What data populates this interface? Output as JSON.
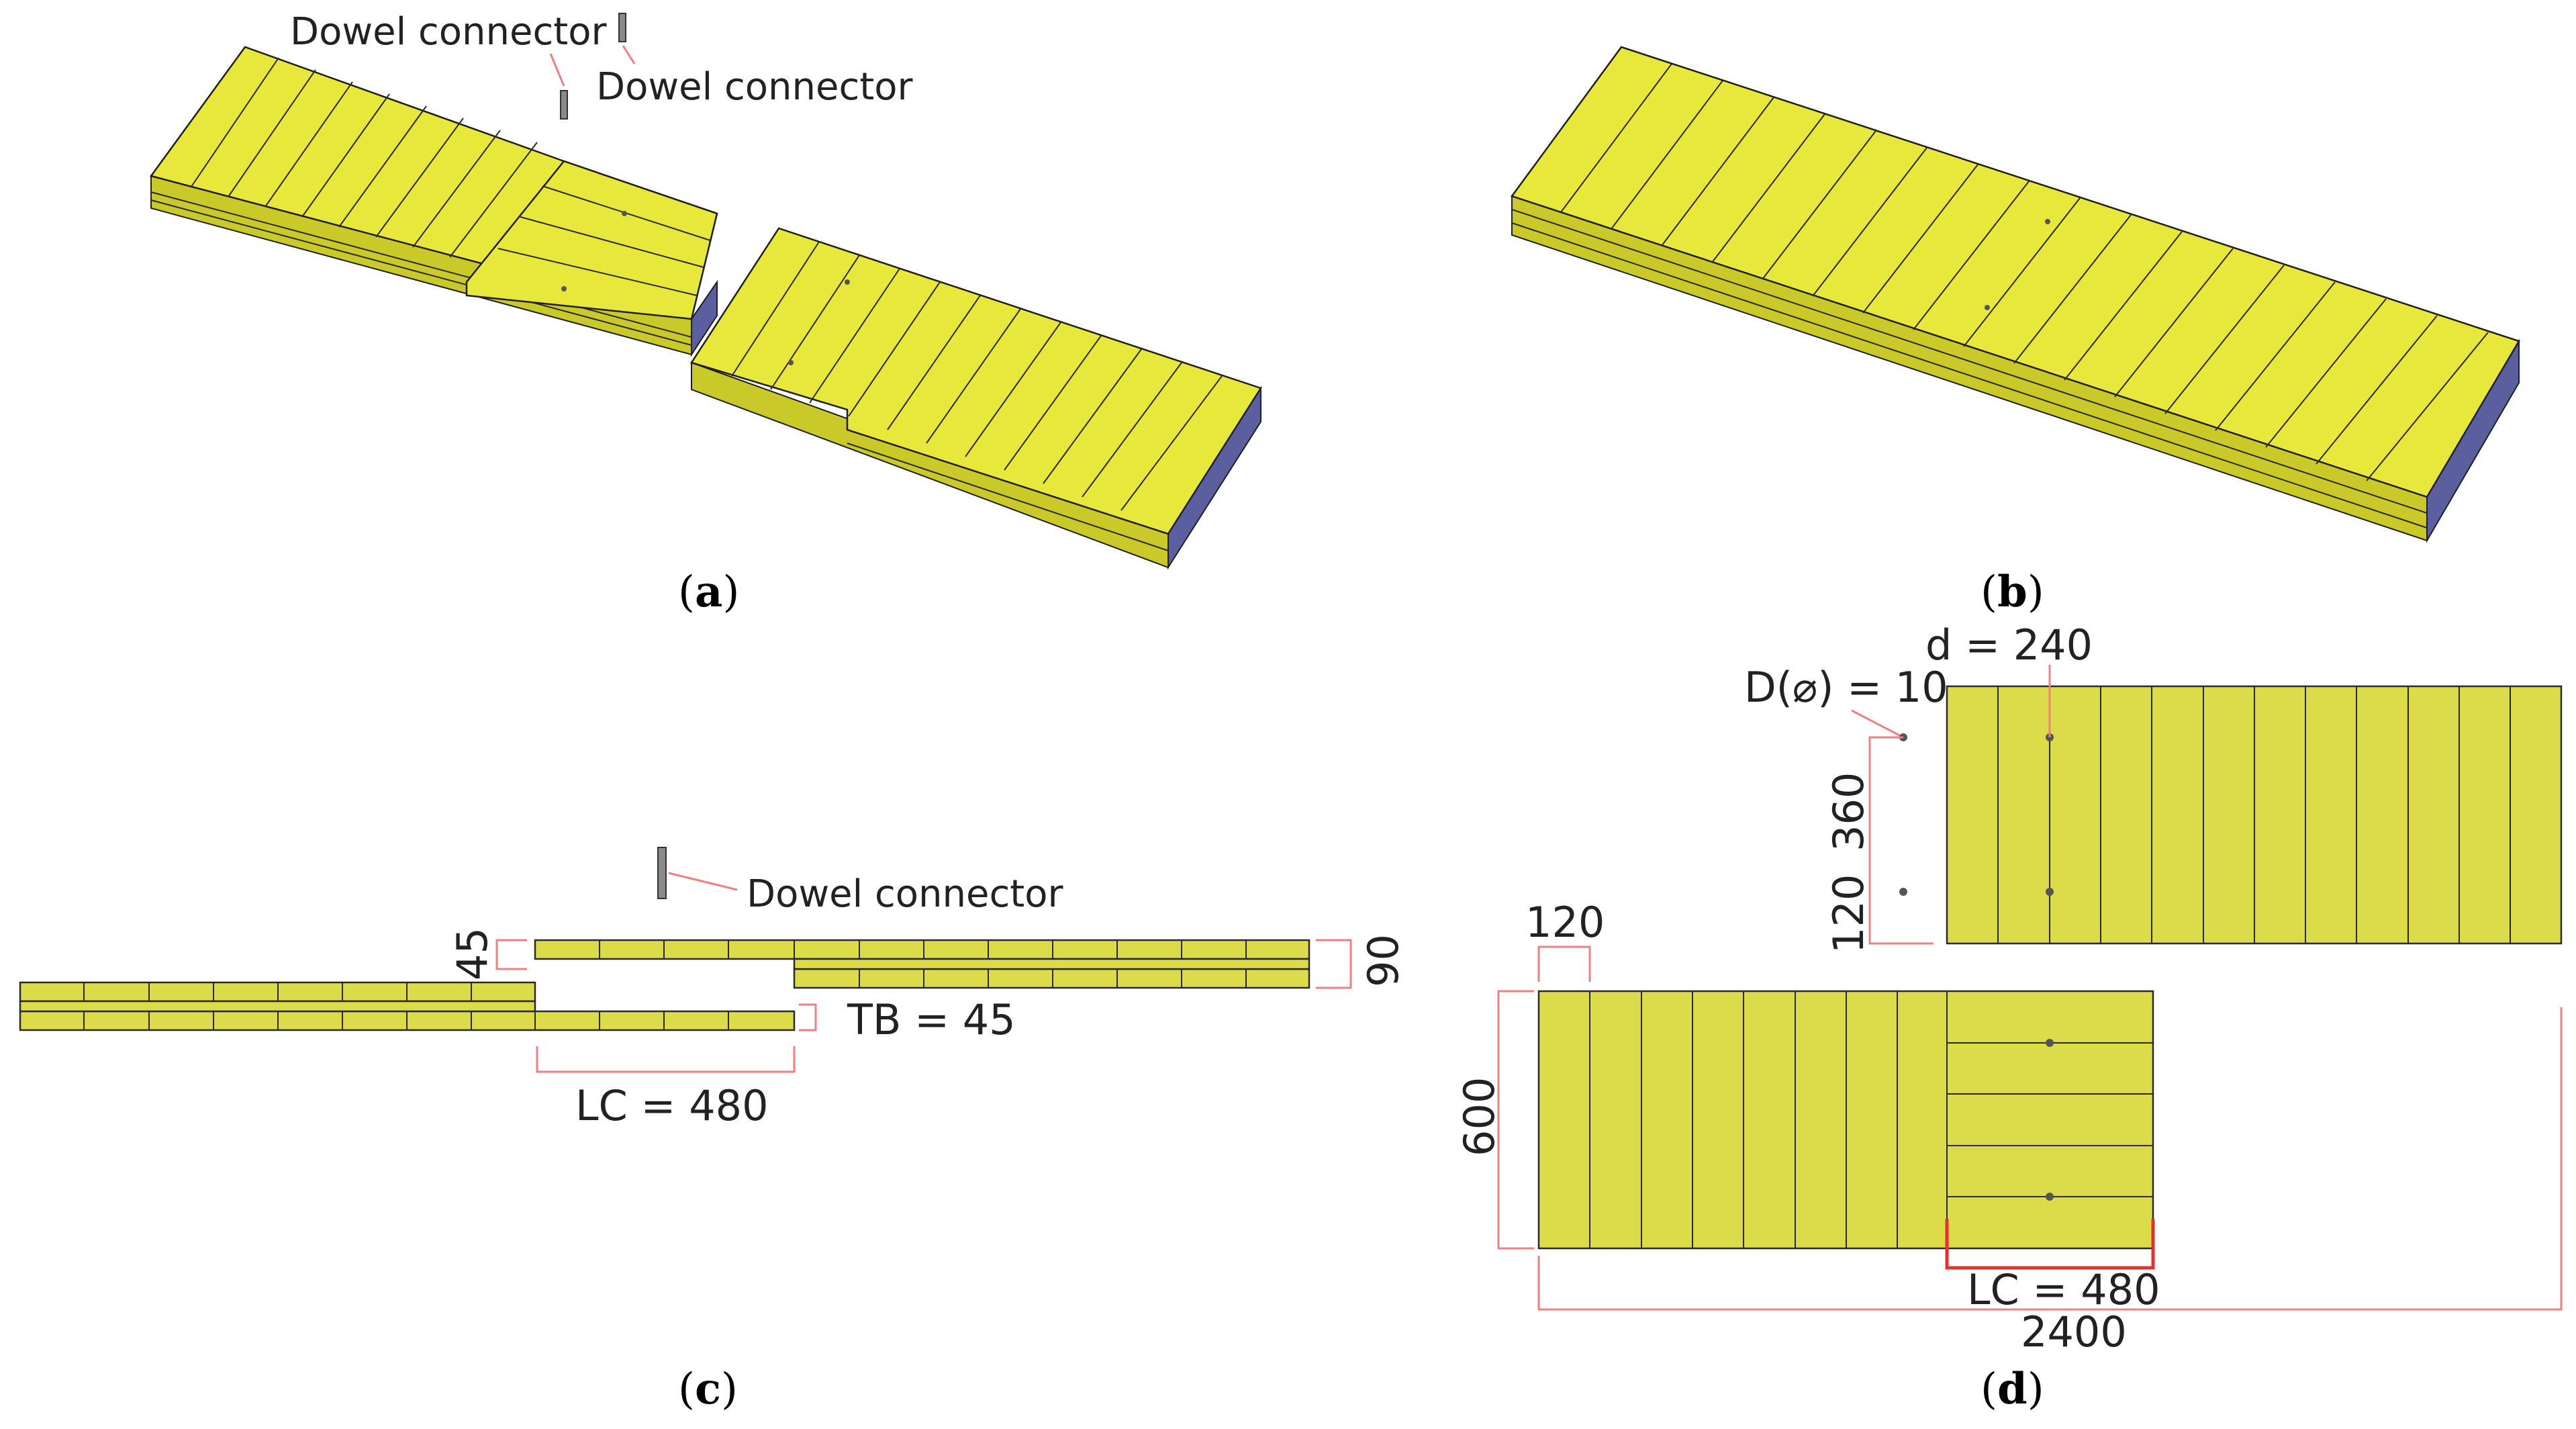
{
  "panels": {
    "a": {
      "label_open": "(",
      "label_letter": "a",
      "label_close": ")",
      "callout_1": "Dowel connector",
      "callout_2": "Dowel connector"
    },
    "b": {
      "label_open": "(",
      "label_letter": "b",
      "label_close": ")"
    },
    "c": {
      "label_open": "(",
      "label_letter": "c",
      "label_close": ")",
      "callout": "Dowel connector",
      "dim_top_thickness": "45",
      "dim_total_thickness": "90",
      "dim_tb": "TB = 45",
      "dim_lc": "LC = 480"
    },
    "d": {
      "label_open": "(",
      "label_letter": "d",
      "label_close": ")",
      "dim_d": "d = 240",
      "dim_diameter": "D(⌀) = 10",
      "dim_spacing": "360",
      "dim_edge": "120",
      "dim_left_edge": "120",
      "dim_width": "600",
      "dim_lc": "LC = 480",
      "dim_length": "2400"
    }
  },
  "colors": {
    "timber": "#e8e83c",
    "dimension_line": "#f08080",
    "dowel": "#8a8a8a"
  }
}
